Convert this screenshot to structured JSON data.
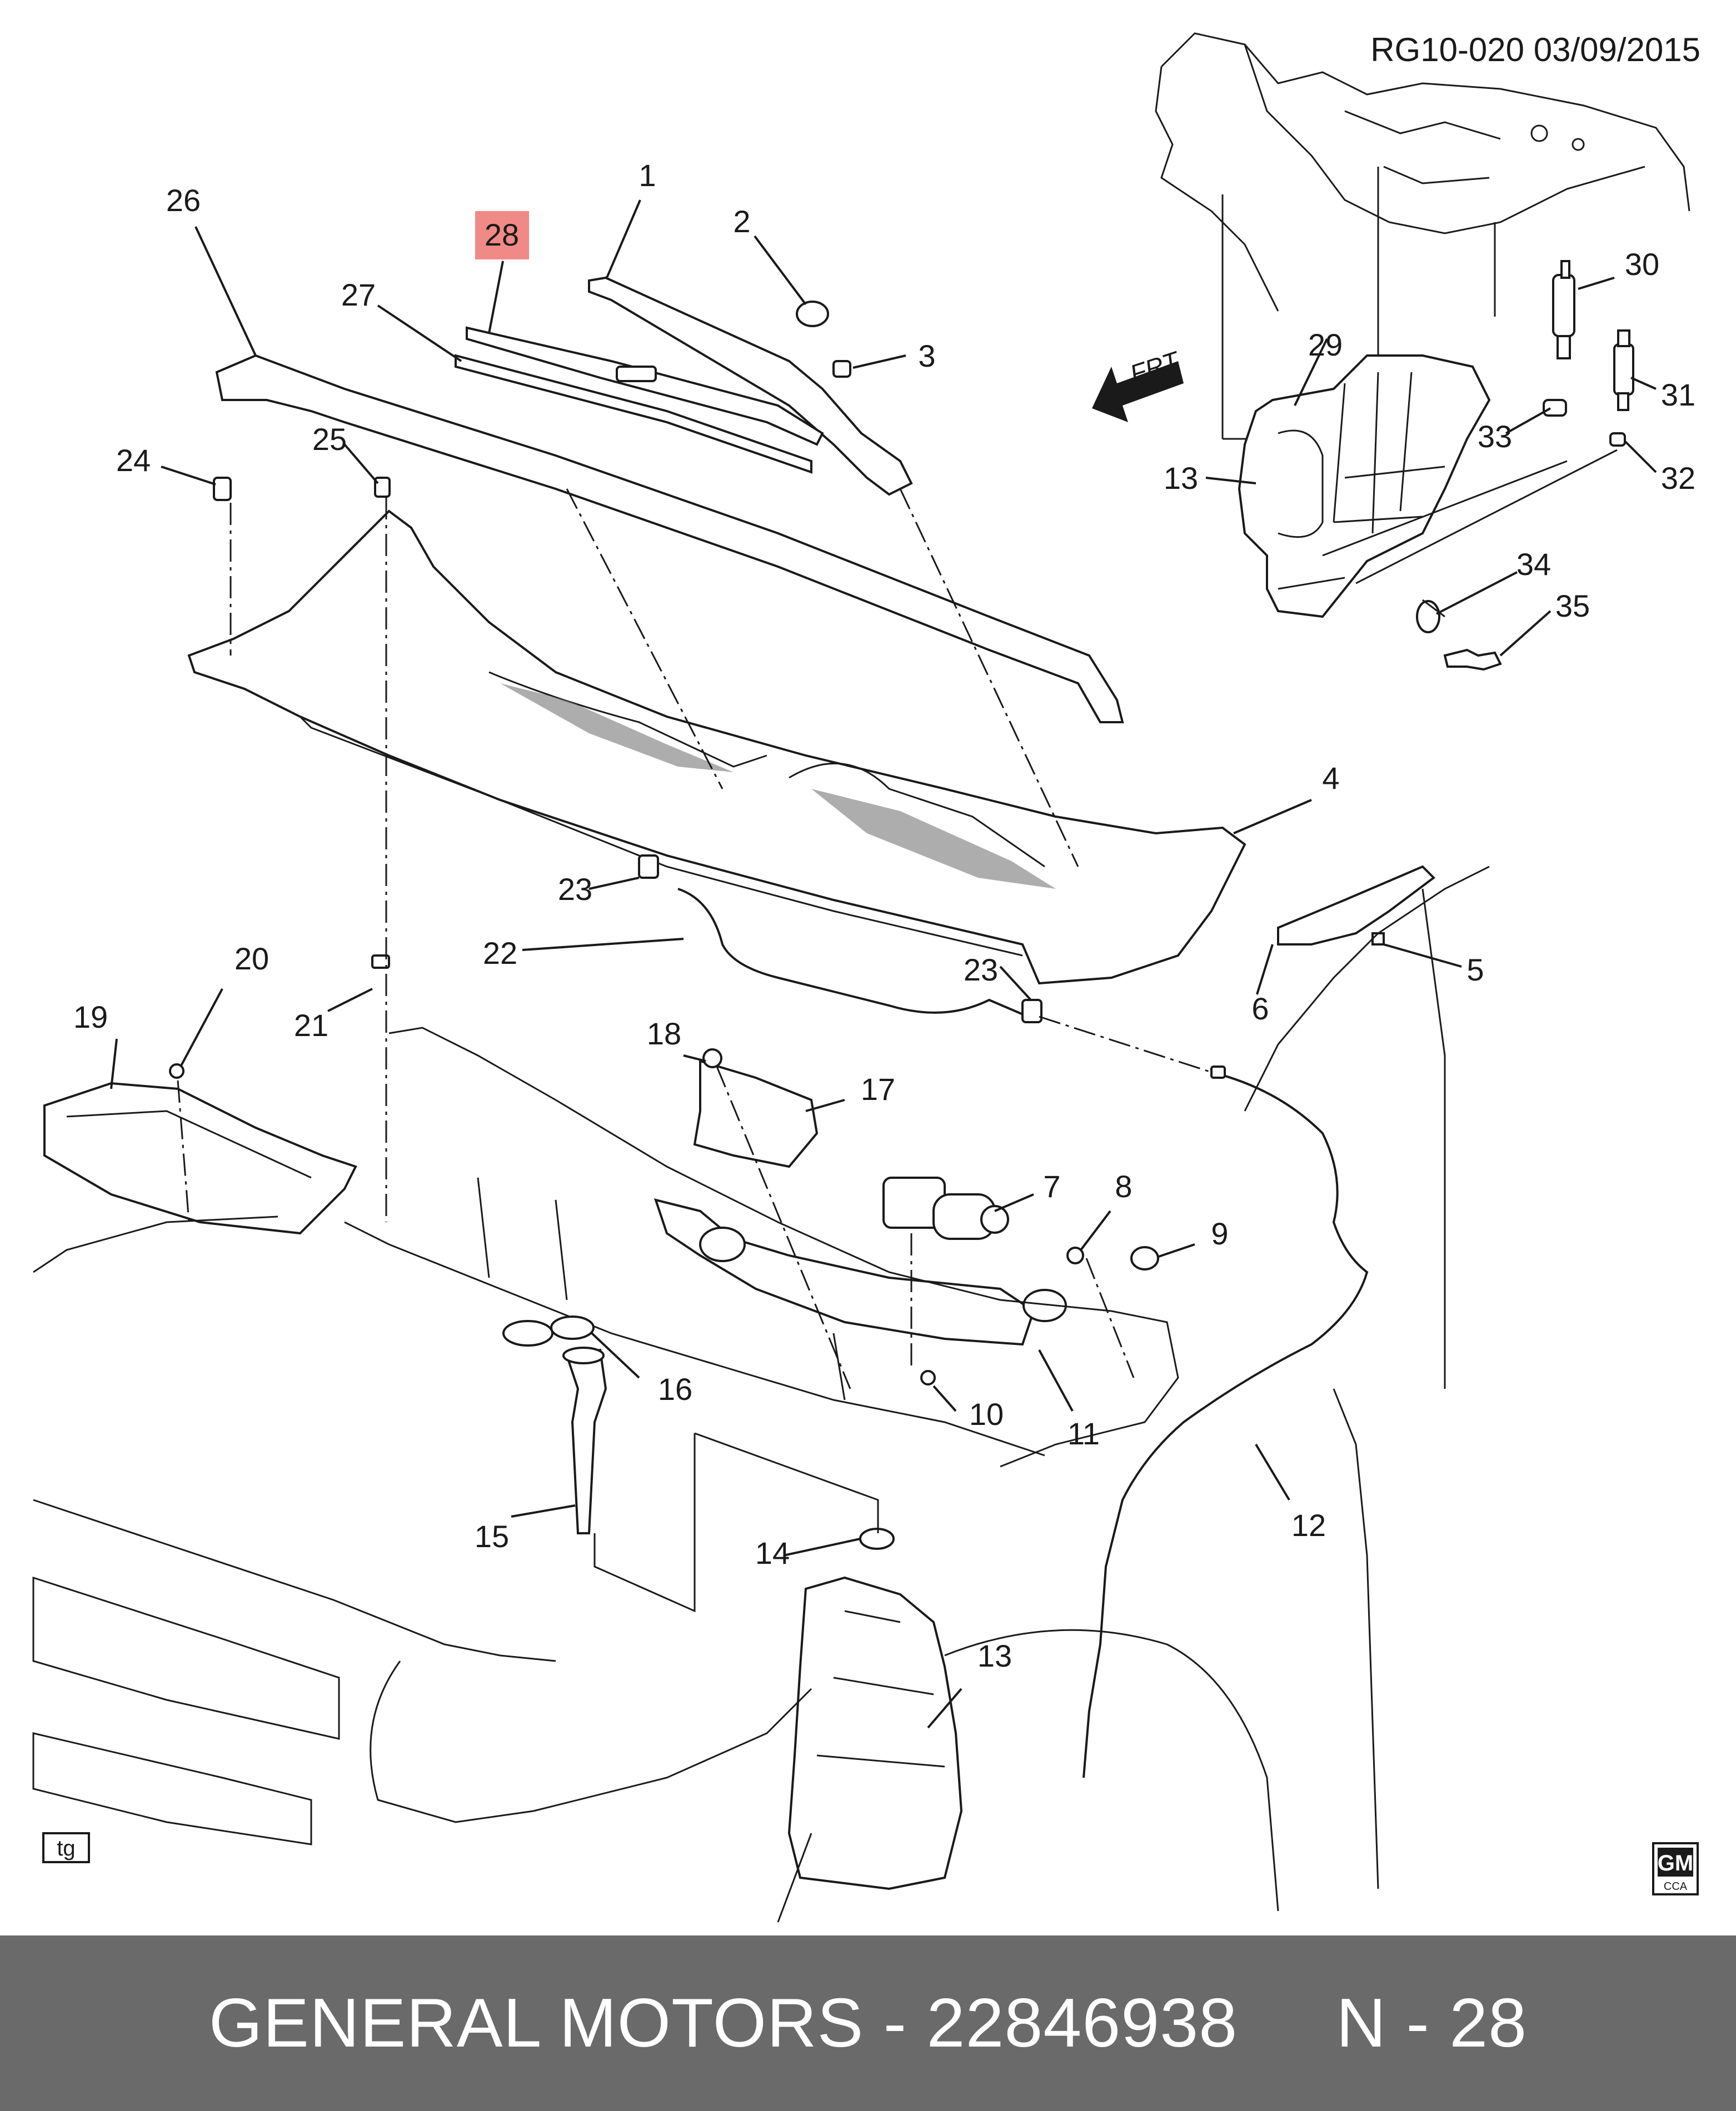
{
  "diagram": {
    "ref_code": "RG10-020  03/09/2015",
    "highlighted_callout": "28",
    "direction_label": "FRT",
    "corner_tag": "tg",
    "logo_top": "GM",
    "logo_bottom": "CCA",
    "callouts": [
      "1",
      "2",
      "3",
      "4",
      "5",
      "6",
      "7",
      "8",
      "9",
      "10",
      "11",
      "12",
      "13",
      "13",
      "14",
      "15",
      "16",
      "17",
      "18",
      "19",
      "20",
      "21",
      "22",
      "23",
      "23",
      "24",
      "25",
      "26",
      "27",
      "28",
      "29",
      "30",
      "31",
      "32",
      "33",
      "34",
      "35"
    ]
  },
  "footer": {
    "brand": "GENERAL MOTORS",
    "part_number": "22846938",
    "ref": "N - 28",
    "text": "GENERAL MOTORS - 22846938     N - 28"
  },
  "colors": {
    "highlight": "#f08a86",
    "footer_bg": "#6a6a6a",
    "line": "#1a1a1a"
  }
}
